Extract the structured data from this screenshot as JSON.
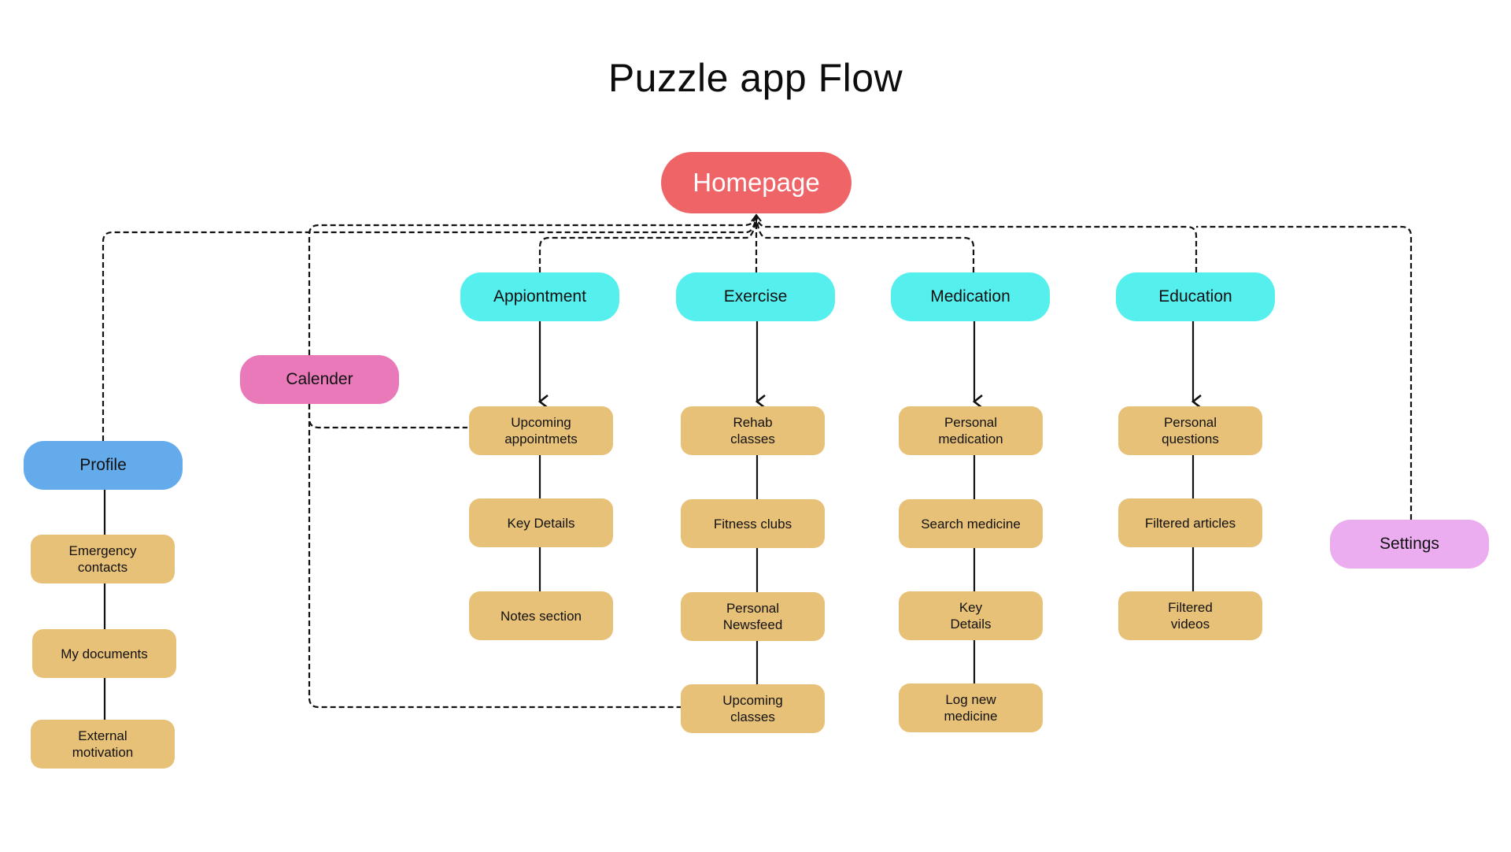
{
  "title": "Puzzle app Flow",
  "colors": {
    "homepage": "#EF6467",
    "section": "#55EFEE",
    "calendar": "#EA79BA",
    "profile": "#63ABEB",
    "settings": "#EBADEF",
    "subpage": "#E8C178",
    "line": "#111111"
  },
  "homepage": {
    "label": "Homepage"
  },
  "sections": [
    {
      "id": "appointment",
      "label": "Appiontment",
      "children": [
        "Upcoming\nappointmets",
        "Key Details",
        "Notes section"
      ]
    },
    {
      "id": "exercise",
      "label": "Exercise",
      "children": [
        "Rehab\nclasses",
        "Fitness clubs",
        "Personal\nNewsfeed",
        "Upcoming\nclasses"
      ]
    },
    {
      "id": "medication",
      "label": "Medication",
      "children": [
        "Personal\nmedication",
        "Search medicine",
        "Key\nDetails",
        "Log new\nmedicine"
      ]
    },
    {
      "id": "education",
      "label": "Education",
      "children": [
        "Personal\nquestions",
        "Filtered articles",
        "Filtered\nvideos"
      ]
    }
  ],
  "calendar": {
    "label": "Calender"
  },
  "profile": {
    "label": "Profile",
    "children": [
      "Emergency\ncontacts",
      "My documents",
      "External\nmotivation"
    ]
  },
  "settings": {
    "label": "Settings"
  }
}
